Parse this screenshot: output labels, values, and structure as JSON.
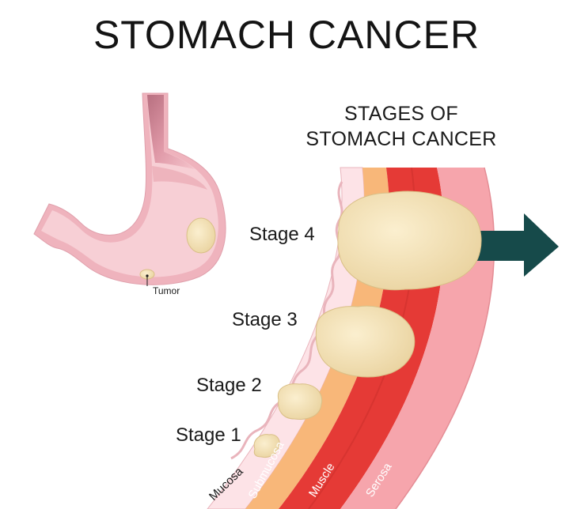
{
  "title": "STOMACH CANCER",
  "subtitle_line1": "STAGES OF",
  "subtitle_line2": "STOMACH CANCER",
  "stomach": {
    "tumor_label": "Tumor"
  },
  "stages": [
    "Stage 1",
    "Stage 2",
    "Stage 3",
    "Stage 4"
  ],
  "layers": [
    "Mucosa",
    "Submucosa",
    "Muscle",
    "Serosa"
  ],
  "colors": {
    "stomach_wall": "#f1b3bd",
    "stomach_interior": "#f7cdd3",
    "mucosa": "#fde3e7",
    "submucosa": "#f8b779",
    "muscle": "#e53a36",
    "serosa": "#f6a5ac",
    "tumor": "#f4e2b8",
    "arrow": "#164a4a"
  },
  "icons": {
    "arrow": "right-arrow-icon"
  }
}
